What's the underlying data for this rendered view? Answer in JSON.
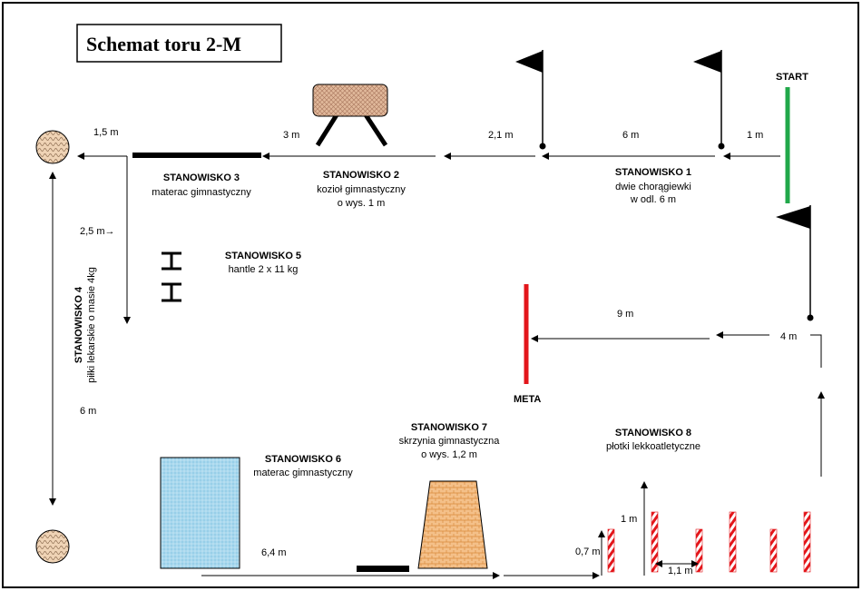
{
  "title": "Schemat toru 2-M",
  "start_label": "START",
  "finish_label": "META",
  "stations": {
    "s1": {
      "name": "STANOWISKO 1",
      "line1": "dwie chorągiewki",
      "line2": "w odl. 6 m"
    },
    "s2": {
      "name": "STANOWISKO 2",
      "line1": "kozioł gimnastyczny",
      "line2": "o wys. 1 m"
    },
    "s3": {
      "name": "STANOWISKO 3",
      "line1": "materac gimnastyczny"
    },
    "s4": {
      "name": "STANOWISKO 4",
      "line1": "piłki lekarskie o masie 4kg"
    },
    "s5": {
      "name": "STANOWISKO 5",
      "line1": "hantle  2 x 11 kg"
    },
    "s6": {
      "name": "STANOWISKO 6",
      "line1": "materac gimnastyczny"
    },
    "s7": {
      "name": "STANOWISKO 7",
      "line1": "skrzynia gimnastyczna",
      "line2": "o wys. 1,2 m"
    },
    "s8": {
      "name": "STANOWISKO 8",
      "line1": "płotki lekkoatletyczne"
    }
  },
  "distances": {
    "d_1m": "1 m",
    "d_6m": "6 m",
    "d_2_1m": "2,1 m",
    "d_3m": "3 m",
    "d_1_5m": "1,5 m",
    "d_2_5m": "2,5 m→",
    "d_6m_vertical": "6 m",
    "d_6_4m": "6,4 m",
    "d_0_7m": "0,7 m",
    "d_1m_hurdle": "1 m",
    "d_1_1m": "1,1 m",
    "d_4m": "4 m",
    "d_9m": "9 m"
  },
  "colors": {
    "start_line": "#21a84a",
    "finish_line": "#e3161b",
    "hurdle": "#e3161b",
    "mat_blue": "#a9d8ee",
    "box_orange": "#f4c089",
    "pommel": "#e0b89a",
    "ball": "#efd3b5"
  },
  "icons": [
    "flag-icon",
    "dumbbell-icon",
    "medicine-ball-icon",
    "vaulting-buck-icon",
    "vaulting-box-icon",
    "hurdle-icon",
    "arrow-icon"
  ]
}
